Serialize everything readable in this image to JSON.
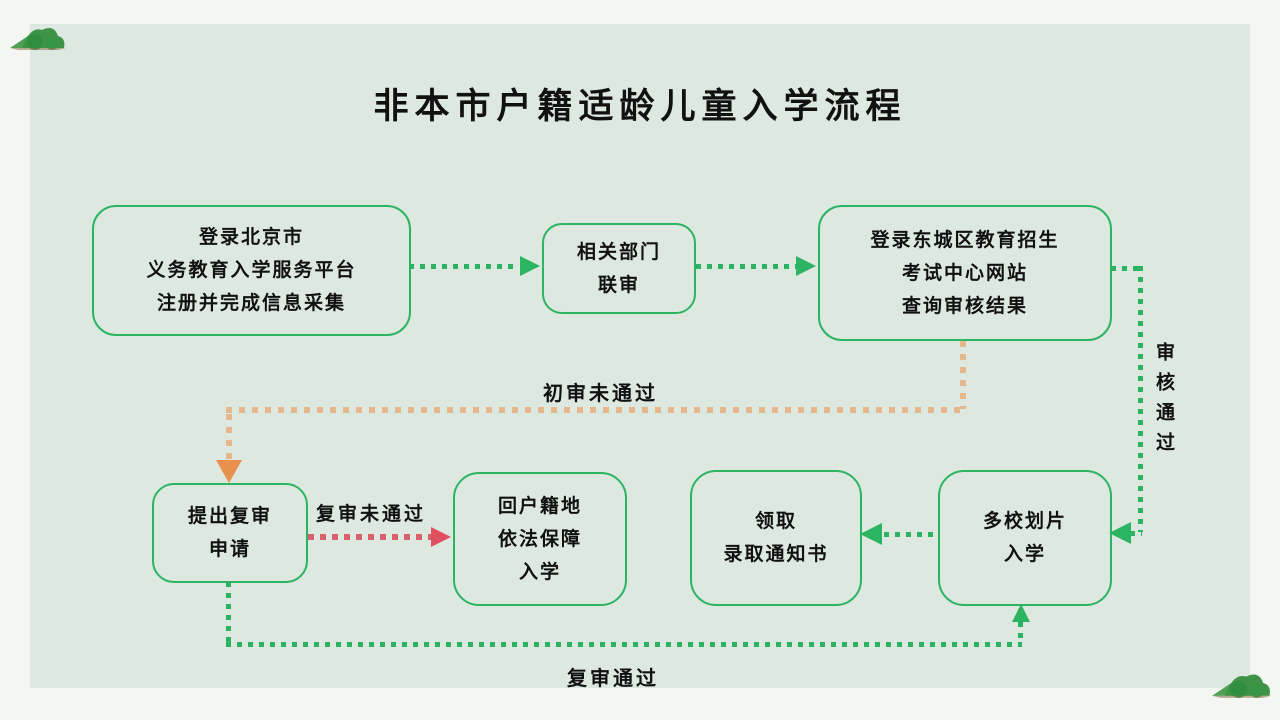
{
  "title": "非本市户籍适龄儿童入学流程",
  "nodes": [
    {
      "lines": [
        "登录北京市",
        "义务教育入学服务平台",
        "注册并完成信息采集"
      ]
    },
    {
      "lines": [
        "相关部门",
        "联审"
      ]
    },
    {
      "lines": [
        "登录东城区教育招生",
        "考试中心网站",
        "查询审核结果"
      ]
    },
    {
      "lines": [
        "提出复审",
        "申请"
      ]
    },
    {
      "lines": [
        "回户籍地",
        "依法保障",
        "入学"
      ]
    },
    {
      "lines": [
        "领取",
        "录取通知书"
      ]
    },
    {
      "lines": [
        "多校划片",
        "入学"
      ]
    }
  ],
  "edge_labels": {
    "initial_review_failed": "初审未通过",
    "review_passed": "审核通过",
    "second_review_failed": "复审未通过",
    "second_review_passed": "复审通过"
  },
  "icons": {
    "top_left_decoration": "mountain-hill-icon",
    "bottom_right_decoration": "mountain-hill-icon"
  },
  "colors": {
    "outer_background": "#f3f6f2",
    "panel_background": "#dde8e0",
    "flow_green": "#2db463",
    "failed_orange_line": "#e4b88c",
    "failed_orange_arrow": "#e8914e",
    "failed_red_line": "#d9606e",
    "failed_red_arrow": "#e0505e",
    "text": "#111111",
    "decoration_green": "#3f9347"
  }
}
